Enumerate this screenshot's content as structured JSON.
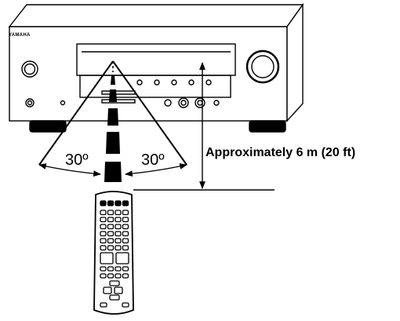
{
  "receiver": {
    "brand": "YAMAHA"
  },
  "diagram": {
    "angle_left": "30º",
    "angle_right": "30º",
    "distance": "Approximately 6 m (20 ft)"
  },
  "colors": {
    "line": "#000000",
    "background": "#ffffff"
  }
}
